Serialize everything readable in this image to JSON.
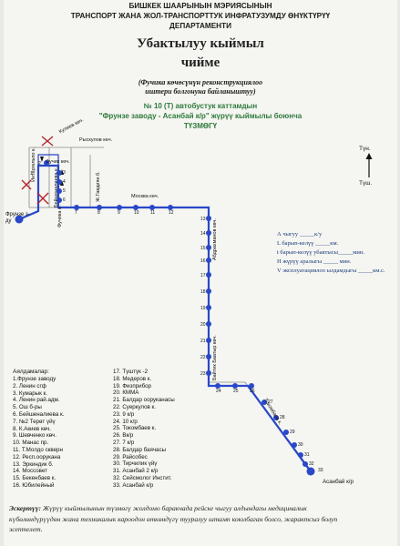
{
  "header": {
    "line1": "БИШКЕК ШААРЫНЫН  МЭРИЯСЫНЫН",
    "line2": "ТРАНСПОРТ ЖАНА ЖОЛ-ТРАНСПОРТТУК ИНФРАТУЗУМДУ ӨНҮКТҮРҮҮ",
    "line3": "ДЕПАРТАМЕНТИ"
  },
  "title": {
    "line1": "Убактылуу кыймыл",
    "line2": "чийме"
  },
  "note": {
    "line1": "(Фучика көчөсүнүн реконструкциялоо",
    "line2": "иштери болгонуна байланыштуу)"
  },
  "route": {
    "line1": "№ 10 (Т) автобустук каттамдын",
    "line2": "\"Фрунзе заводу  - Асанбай к/р\" жүрүү кыймылы боюнча",
    "line3": "ТҮЗМӨГҮ"
  },
  "compass": {
    "north": "Түн.",
    "south": "Түш."
  },
  "streets": {
    "kulieva": "Кулиев көч.",
    "ryskulova": "Рыскулов көч.",
    "fuchika_top": "Фучик көч.",
    "intergelpo": "Интергельпо к.",
    "beishenalieva": "Бейшеналиева к.",
    "jgavdiyan": "Ж.Гавдиян б.",
    "moskva": "Москва көч.",
    "fuchika_bottom": "Фучика к.",
    "abdrahmanov": "Абдрахманов көч.",
    "baitik": "Байтик Баатыр көч.",
    "tokombaeva": "Токомбаев к."
  },
  "endpoints": {
    "start": "Фрунзе з-ду",
    "end": "Асанбай к/р"
  },
  "stop_numbers": [
    "1",
    "2",
    "3",
    "4",
    "5",
    "6",
    "7",
    "8",
    "9",
    "10",
    "11",
    "12",
    "13",
    "14",
    "15",
    "16",
    "17",
    "18",
    "19",
    "20",
    "21",
    "22",
    "23",
    "24",
    "25",
    "26",
    "27",
    "28",
    "29",
    "30",
    "31",
    "32",
    "33"
  ],
  "info": {
    "l1": "А чыгуу _____к/у",
    "l2": "L барып-келүү _____км.",
    "l3": "t барып-келүү убактысы_____мин.",
    "l4": "Н жүрүү аралыгы _____ мин.",
    "l5": "V эксплуатациялоо ылдамдыгы _____км.с."
  },
  "legend_title": "Аялдамалар:",
  "legend_left": [
    "1.Фрунзе заводу",
    "2. Ленин сгф",
    "3. Кумарык к.",
    "4. Ленин рай.адм.",
    "5. Ош б-ры",
    "6. Бейшеналиева к.",
    "7. №2 Терөт үйү",
    "8. К.Акиев көч.",
    "9. Шевченко көч.",
    "10. Манас пр.",
    "11. Т.Молдо скверн",
    "12. Респ.оорукана",
    "13. Эркиндик б.",
    "14. Моссовет",
    "15. Бекенбаев к.",
    "16. Юбилейный"
  ],
  "legend_right": [
    "17. Түштүк -2",
    "18. Медеров к.",
    "19. Физприбор",
    "20. КММА",
    "21. Балдар ооруканасы",
    "22. Суеркулов к.",
    "23. 9 к/р",
    "24. 10 к/р",
    "25. Токомбаев к.",
    "26. Вк/р",
    "27. 7 к/р",
    "28. Балдар баячасы",
    "29. Райсобес",
    "30. Тирчилик үйү",
    "31. Асанбай 2 к/р",
    "32. Сейсмолог Инстит.",
    "33. Асанбай к/р"
  ],
  "footer": {
    "label": "Эскертүү:",
    "l1": "Жүрүү кыймылынын түзмөгү жолдомо баракчада рейске чыгуу алдындагы медициналык",
    "l2": "күбөлөндүрүүдөн жана техникалык кароодон өткөндүгү тууралуу штамп коюлбаган болсо, жарактсыз болуп",
    "l3": "эсептелет."
  },
  "colors": {
    "route": "#2948c9",
    "green_text": "#2d7a3c",
    "cross": "#b3262a"
  }
}
